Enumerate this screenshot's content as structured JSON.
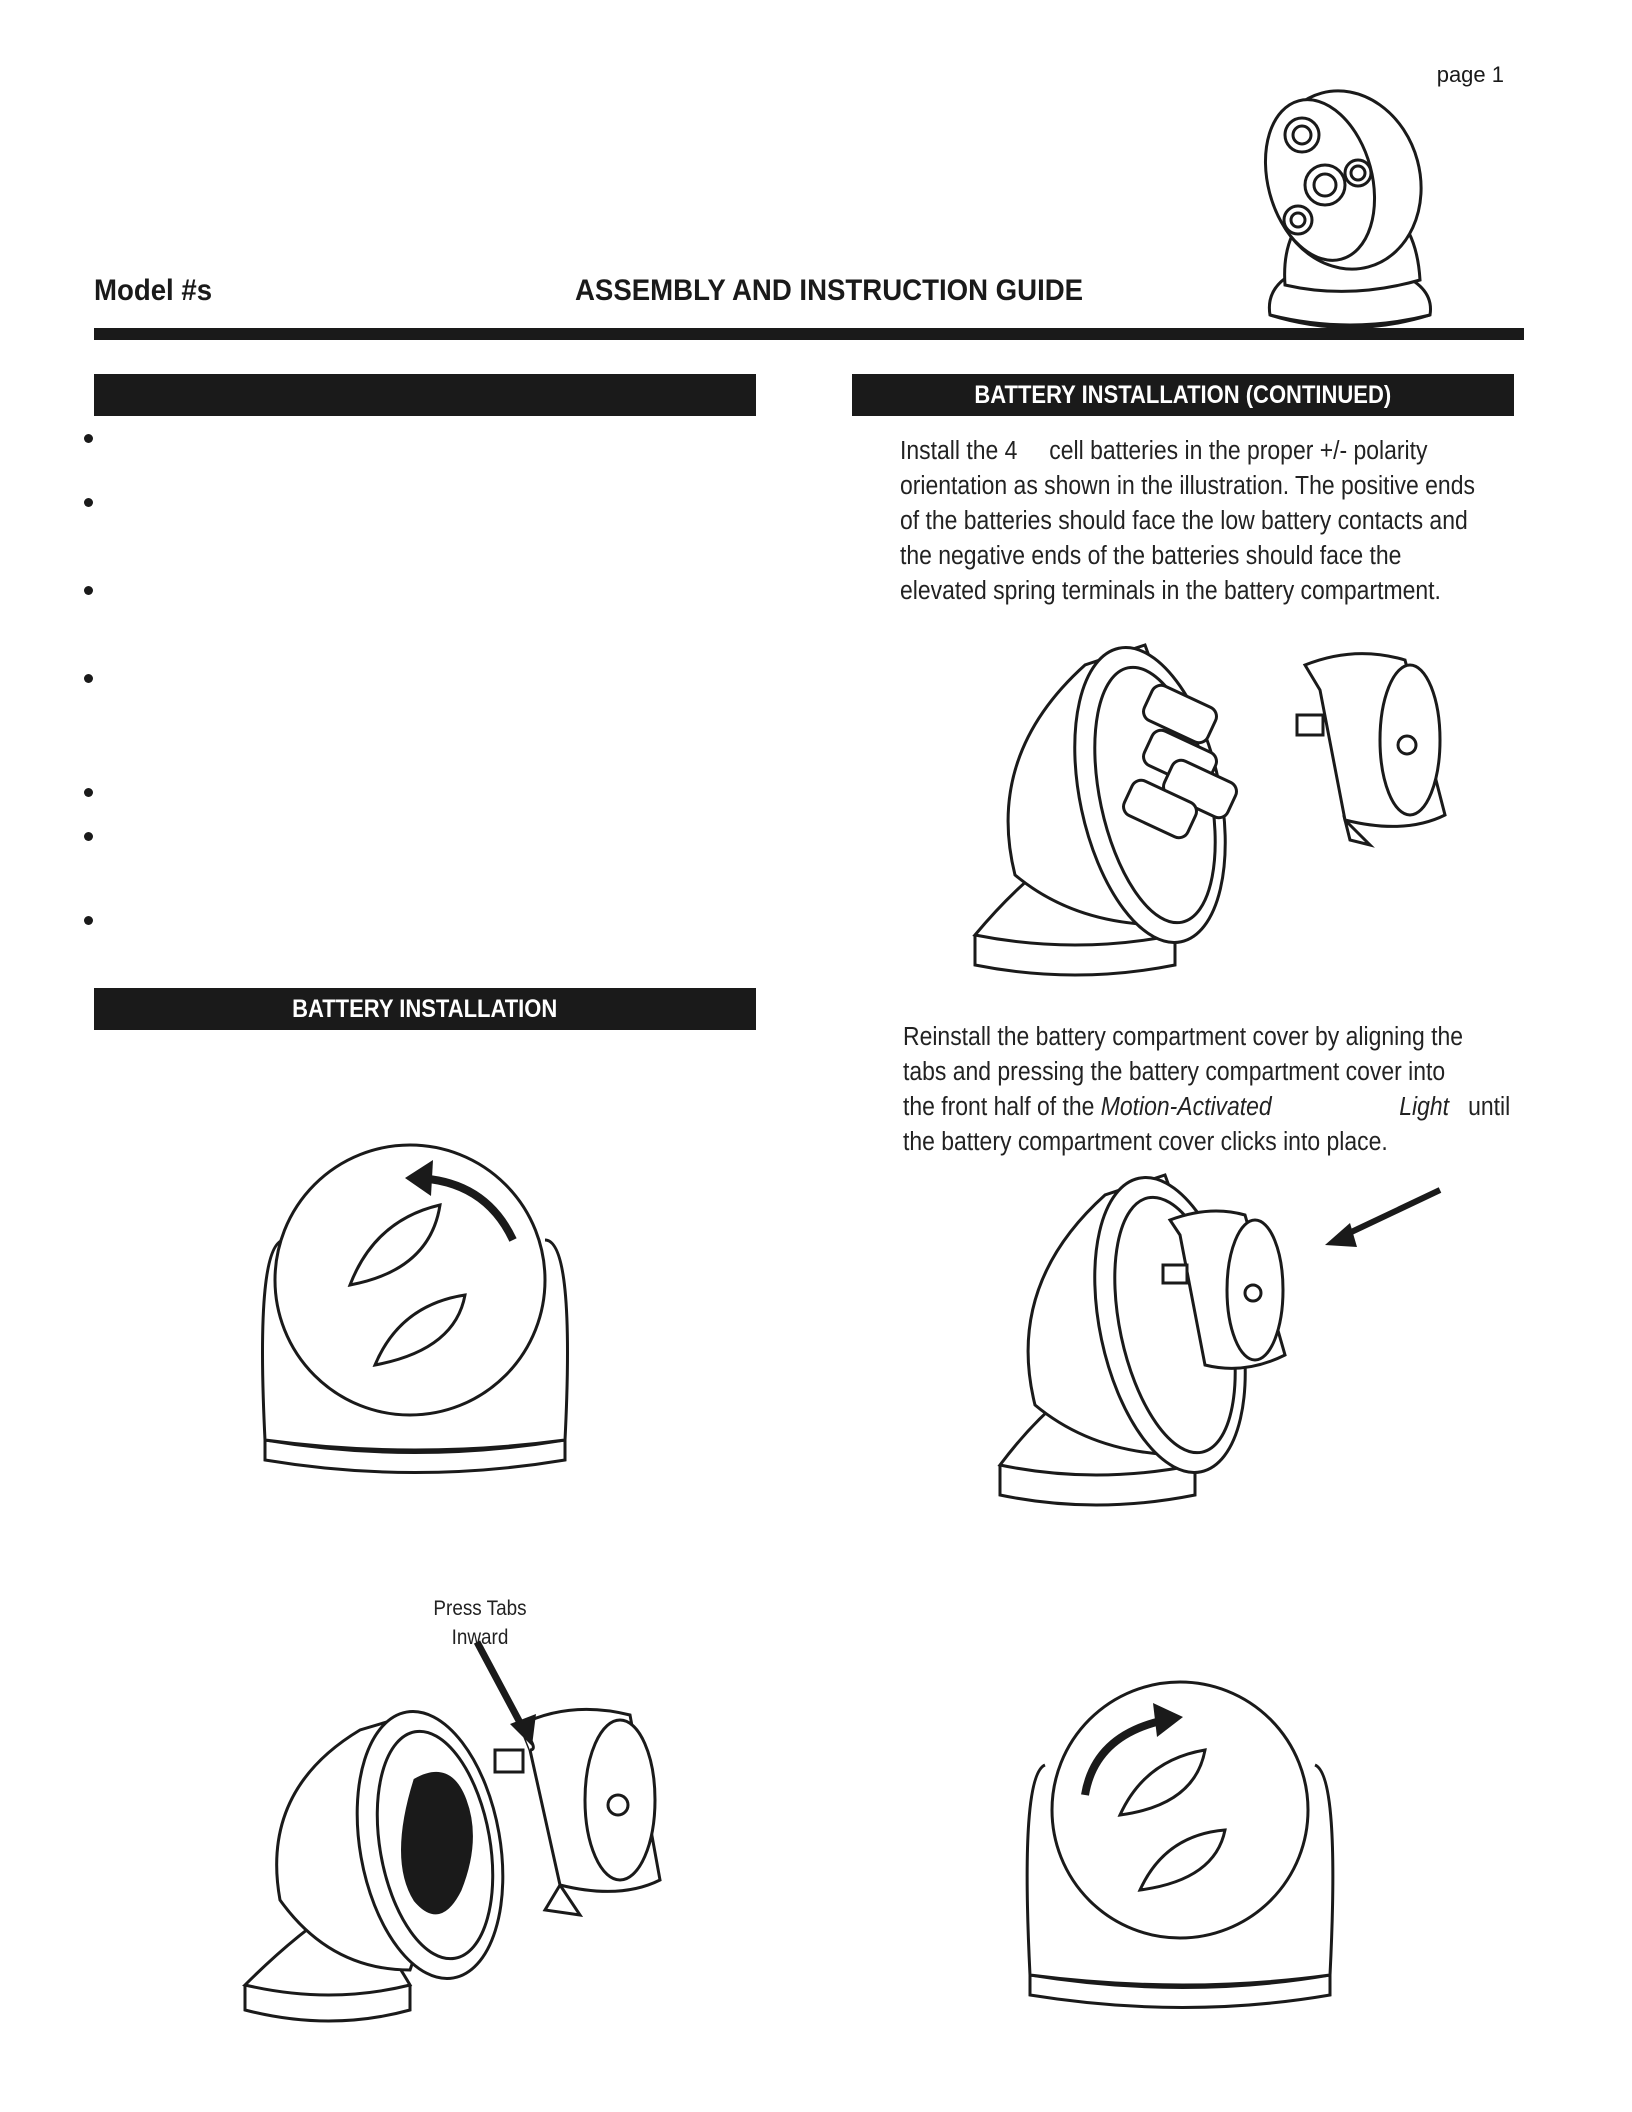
{
  "header": {
    "page_number": "page 1",
    "model_label": "Model #s",
    "title": "ASSEMBLY AND INSTRUCTION GUIDE"
  },
  "left_column": {
    "blank_section_title": "",
    "bullet_count": 7,
    "battery_section_title": "BATTERY INSTALLATION",
    "press_tabs_label_line1": "Press Tabs",
    "press_tabs_label_line2": "Inward"
  },
  "right_column": {
    "section_title": "BATTERY INSTALLATION (CONTINUED)",
    "paragraph1": {
      "line1_a": "Install the 4",
      "line1_b": "cell batteries in the proper +/- polarity",
      "line2": "orientation as shown in the illustration. The positive ends",
      "line3": "of the batteries should face the low battery contacts and",
      "line4": "the negative ends of the batteries should face the",
      "line5": "elevated spring terminals in the battery compartment."
    },
    "paragraph2": {
      "line1": "Reinstall the battery compartment cover by aligning the",
      "line2": "tabs and pressing the battery compartment cover into",
      "line3_a": "the front half of the",
      "line3_em1": "Motion-Activated",
      "line3_em2": "Light",
      "line3_b": "until",
      "line4": "the battery compartment cover clicks into place."
    }
  }
}
